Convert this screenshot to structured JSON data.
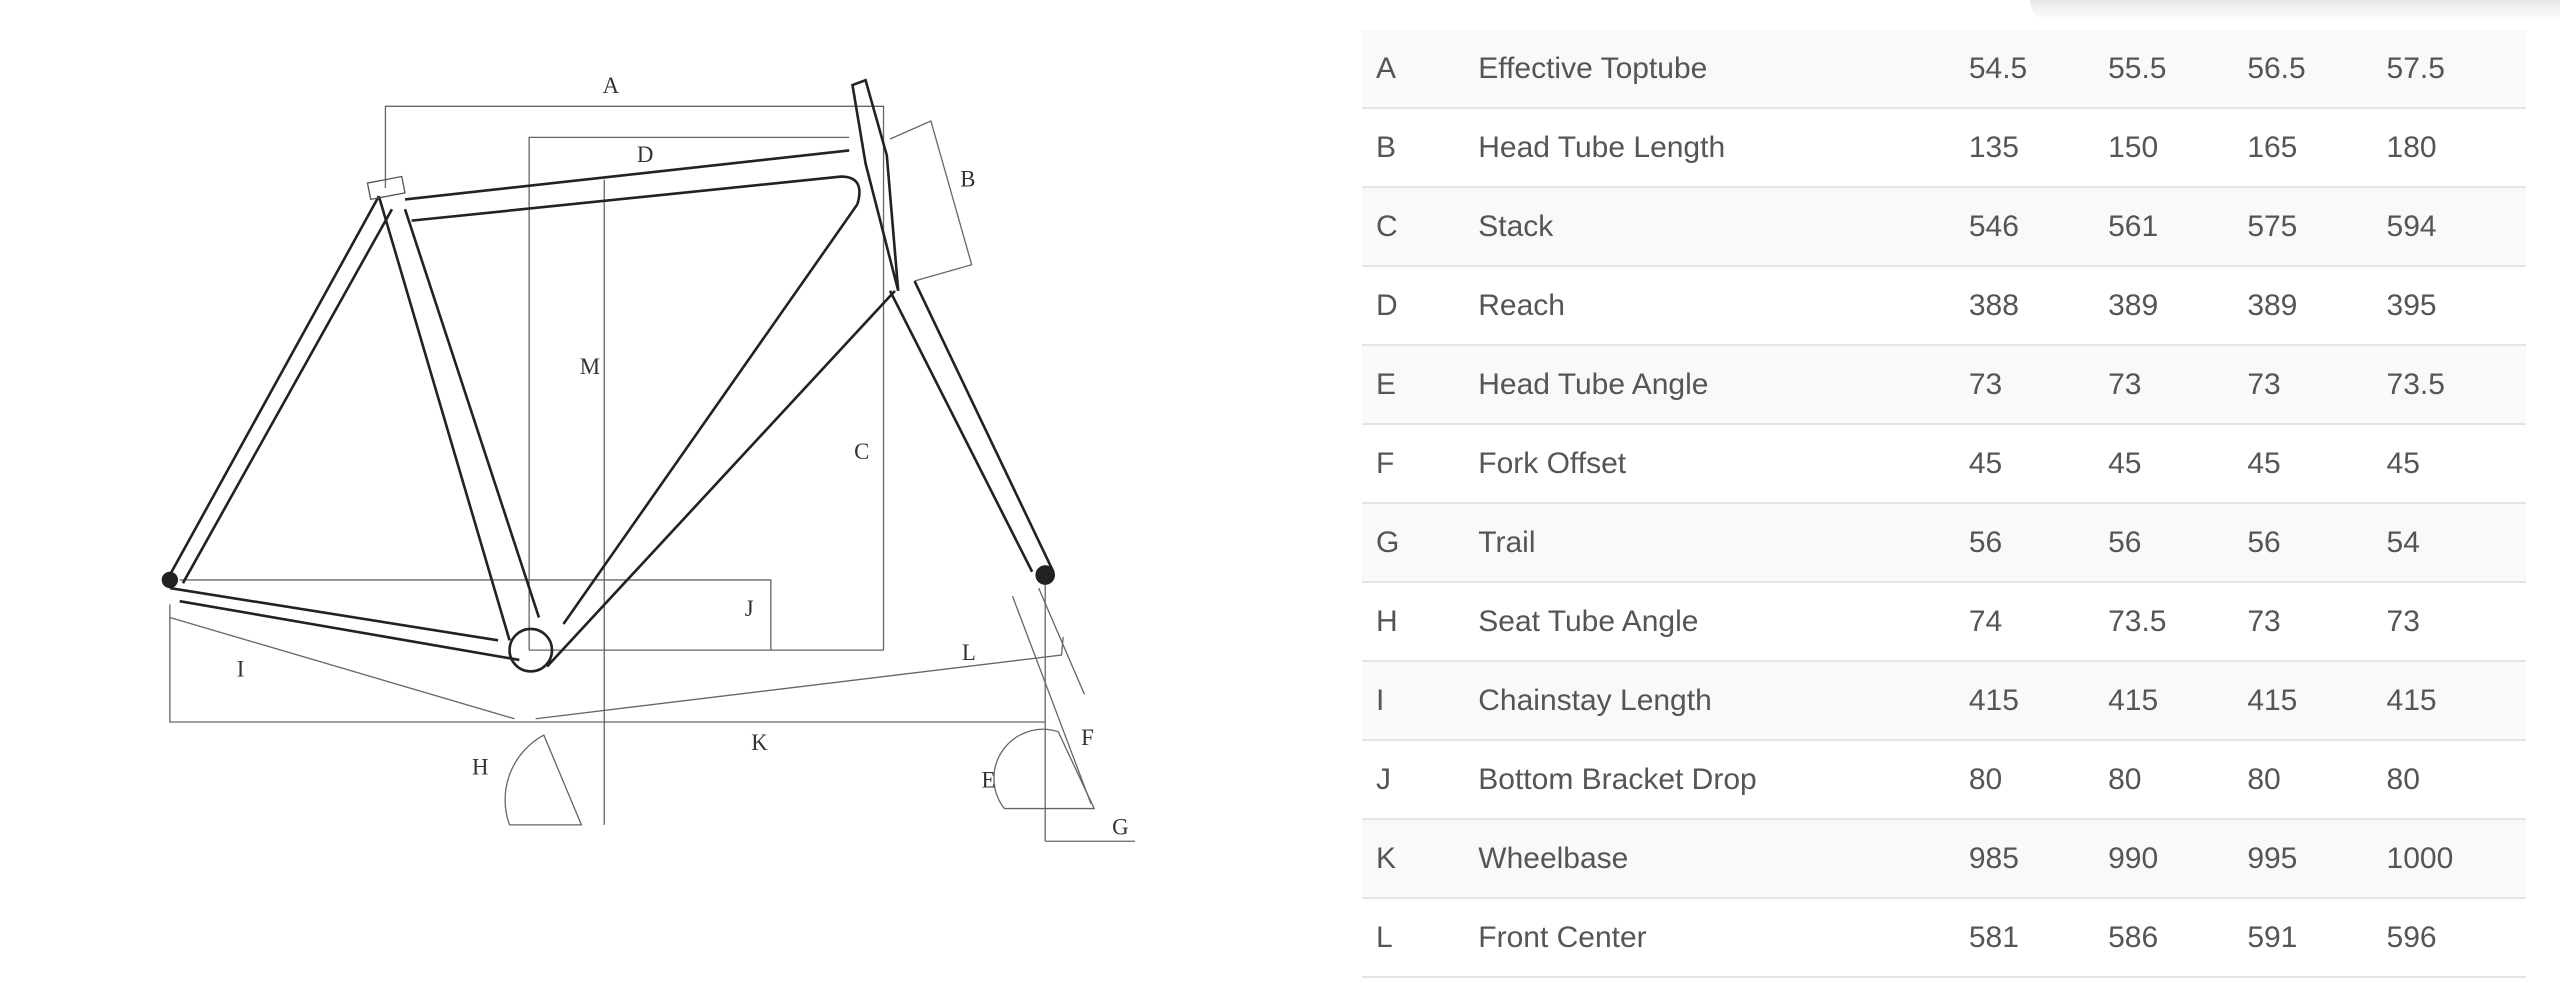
{
  "diagram": {
    "labels": {
      "A": "A",
      "B": "B",
      "C": "C",
      "D": "D",
      "E": "E",
      "F": "F",
      "G": "G",
      "H": "H",
      "I": "I",
      "J": "J",
      "K": "K",
      "L": "L",
      "M": "M"
    }
  },
  "geometry_table": {
    "rows": [
      {
        "key": "A",
        "name": "Effective Toptube",
        "values": [
          "54.5",
          "55.5",
          "56.5",
          "57.5"
        ]
      },
      {
        "key": "B",
        "name": "Head Tube Length",
        "values": [
          "135",
          "150",
          "165",
          "180"
        ]
      },
      {
        "key": "C",
        "name": "Stack",
        "values": [
          "546",
          "561",
          "575",
          "594"
        ]
      },
      {
        "key": "D",
        "name": "Reach",
        "values": [
          "388",
          "389",
          "389",
          "395"
        ]
      },
      {
        "key": "E",
        "name": "Head Tube Angle",
        "values": [
          "73",
          "73",
          "73",
          "73.5"
        ]
      },
      {
        "key": "F",
        "name": "Fork Offset",
        "values": [
          "45",
          "45",
          "45",
          "45"
        ]
      },
      {
        "key": "G",
        "name": "Trail",
        "values": [
          "56",
          "56",
          "56",
          "54"
        ]
      },
      {
        "key": "H",
        "name": "Seat Tube Angle",
        "values": [
          "74",
          "73.5",
          "73",
          "73"
        ]
      },
      {
        "key": "I",
        "name": "Chainstay Length",
        "values": [
          "415",
          "415",
          "415",
          "415"
        ]
      },
      {
        "key": "J",
        "name": "Bottom Bracket Drop",
        "values": [
          "80",
          "80",
          "80",
          "80"
        ]
      },
      {
        "key": "K",
        "name": "Wheelbase",
        "values": [
          "985",
          "990",
          "995",
          "1000"
        ]
      },
      {
        "key": "L",
        "name": "Front Center",
        "values": [
          "581",
          "586",
          "591",
          "596"
        ]
      }
    ]
  }
}
